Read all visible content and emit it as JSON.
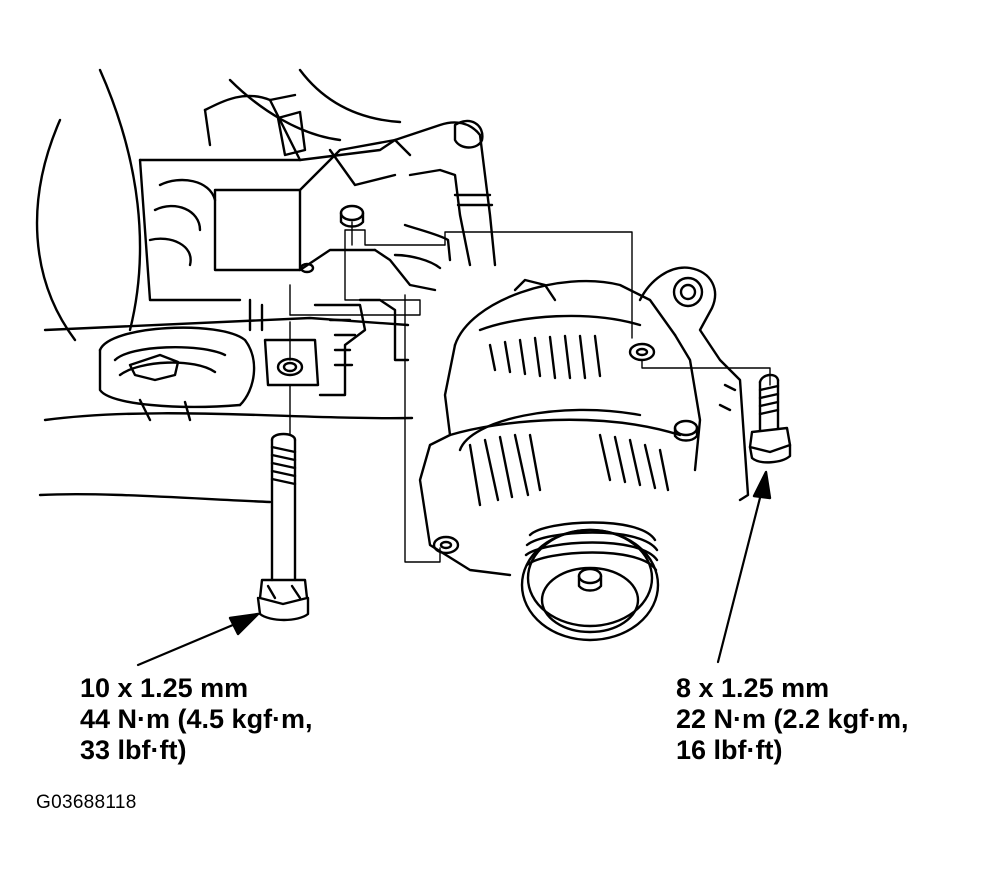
{
  "left_callout": {
    "size": "10 x 1.25 mm",
    "torque_line1": "44 N·m (4.5 kgf·m,",
    "torque_line2": "33 lbf·ft)"
  },
  "right_callout": {
    "size": "8 x 1.25 mm",
    "torque_line1": "22 N·m (2.2 kgf·m,",
    "torque_line2": "16 lbf·ft)"
  },
  "figure_id": "G03688118"
}
